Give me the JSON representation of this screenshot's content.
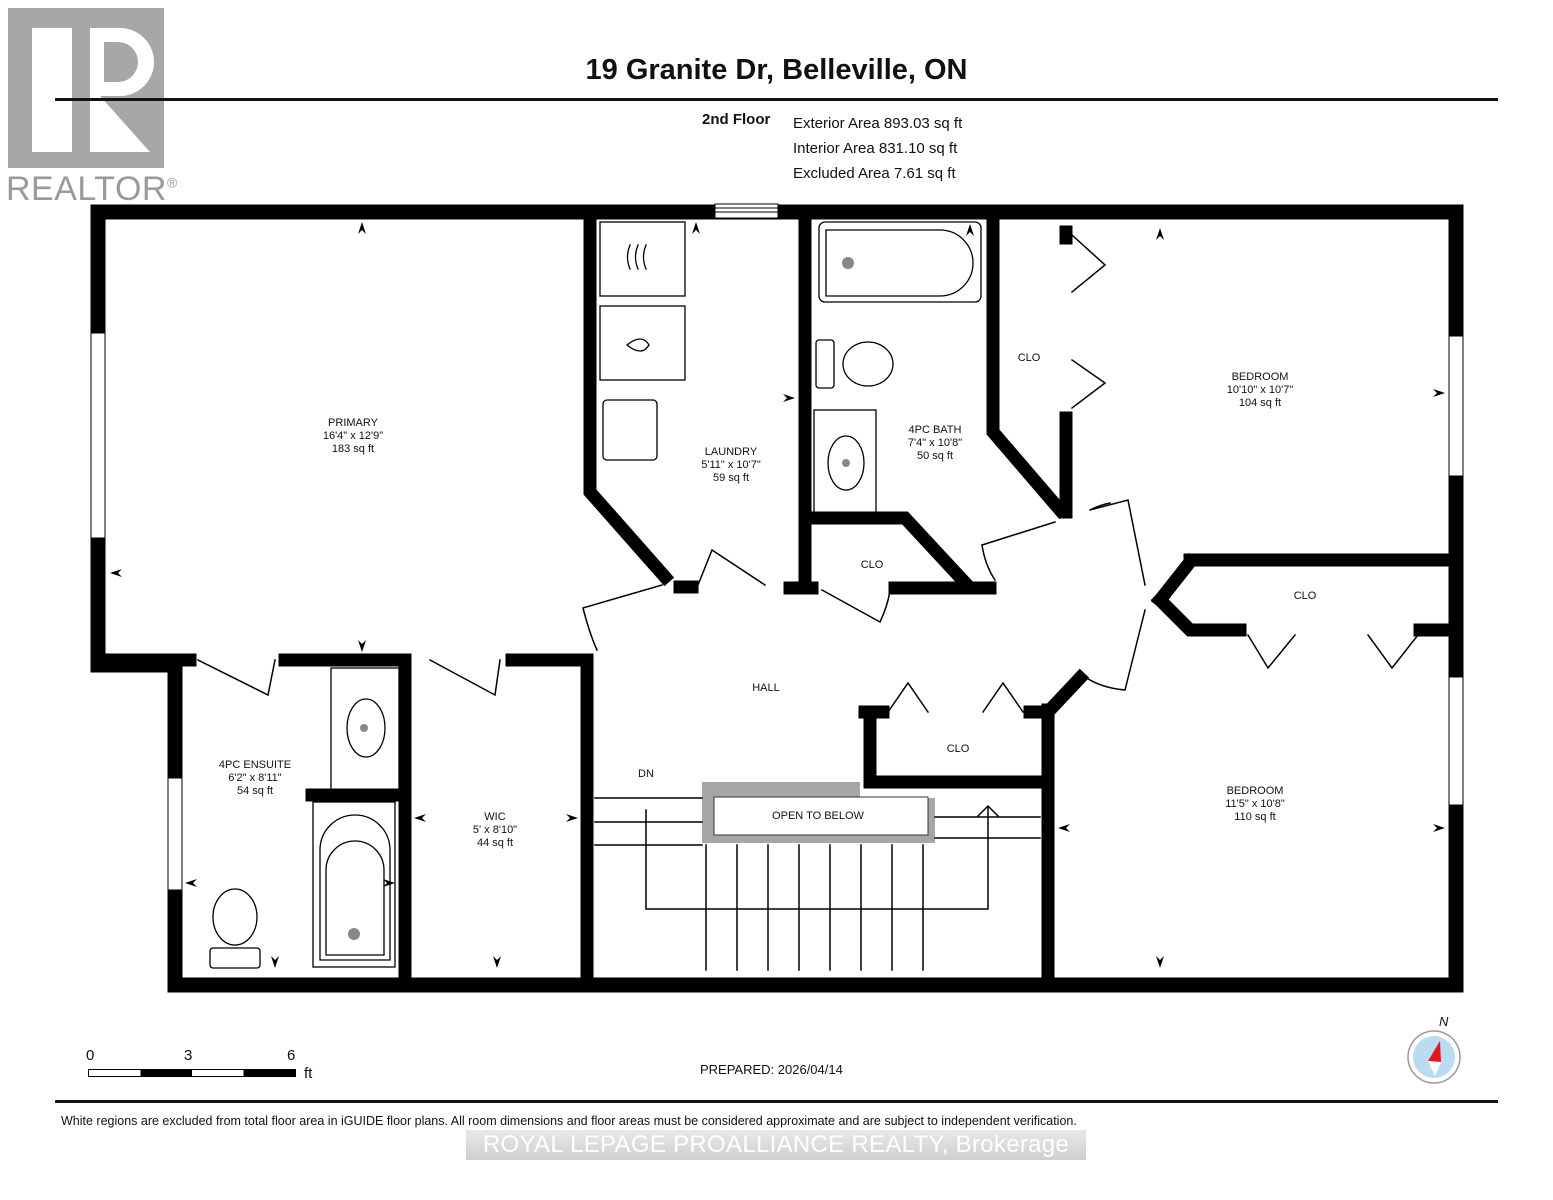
{
  "logo": {
    "mark": "R",
    "wordmark": "REALTOR",
    "registered": "®"
  },
  "header": {
    "title": "19 Granite Dr, Belleville, ON",
    "floor": "2nd Floor",
    "areas": [
      "Exterior Area 893.03 sq ft",
      "Interior Area 831.10 sq ft",
      "Excluded Area 7.61 sq ft"
    ]
  },
  "rooms": {
    "primary": {
      "name": "PRIMARY",
      "dims": "16'4\" x 12'9\"",
      "area": "183 sq ft"
    },
    "laundry": {
      "name": "LAUNDRY",
      "dims": "5'11\" x 10'7\"",
      "area": "59 sq ft"
    },
    "bath": {
      "name": "4PC BATH",
      "dims": "7'4\" x 10'8\"",
      "area": "50 sq ft"
    },
    "bedroom1": {
      "name": "BEDROOM",
      "dims": "10'10\" x 10'7\"",
      "area": "104 sq ft"
    },
    "bedroom2": {
      "name": "BEDROOM",
      "dims": "11'5\" x 10'8\"",
      "area": "110 sq ft"
    },
    "ensuite": {
      "name": "4PC ENSUITE",
      "dims": "6'2\" x 8'11\"",
      "area": "54 sq ft"
    },
    "wic": {
      "name": "WIC",
      "dims": "5' x 8'10\"",
      "area": "44 sq ft"
    },
    "hall": {
      "name": "HALL"
    },
    "stairs_label": "DN",
    "open_to_below": "OPEN TO BELOW",
    "closets": [
      "CLO",
      "CLO",
      "CLO",
      "CLO"
    ]
  },
  "scale": {
    "ticks": [
      "0",
      "3",
      "6"
    ],
    "unit": "ft"
  },
  "compass": {
    "label": "N",
    "needle_color": "#e8141c",
    "dial_color": "#b9dcf3"
  },
  "footer": {
    "prepared": "PREPARED: 2026/04/14",
    "disclaimer": "White regions are excluded from total floor area in iGUIDE floor plans. All room dimensions and floor areas must be considered approximate and are subject to independent verification.",
    "brokerage": "ROYAL LEPAGE PROALLIANCE REALTY, Brokerage"
  }
}
